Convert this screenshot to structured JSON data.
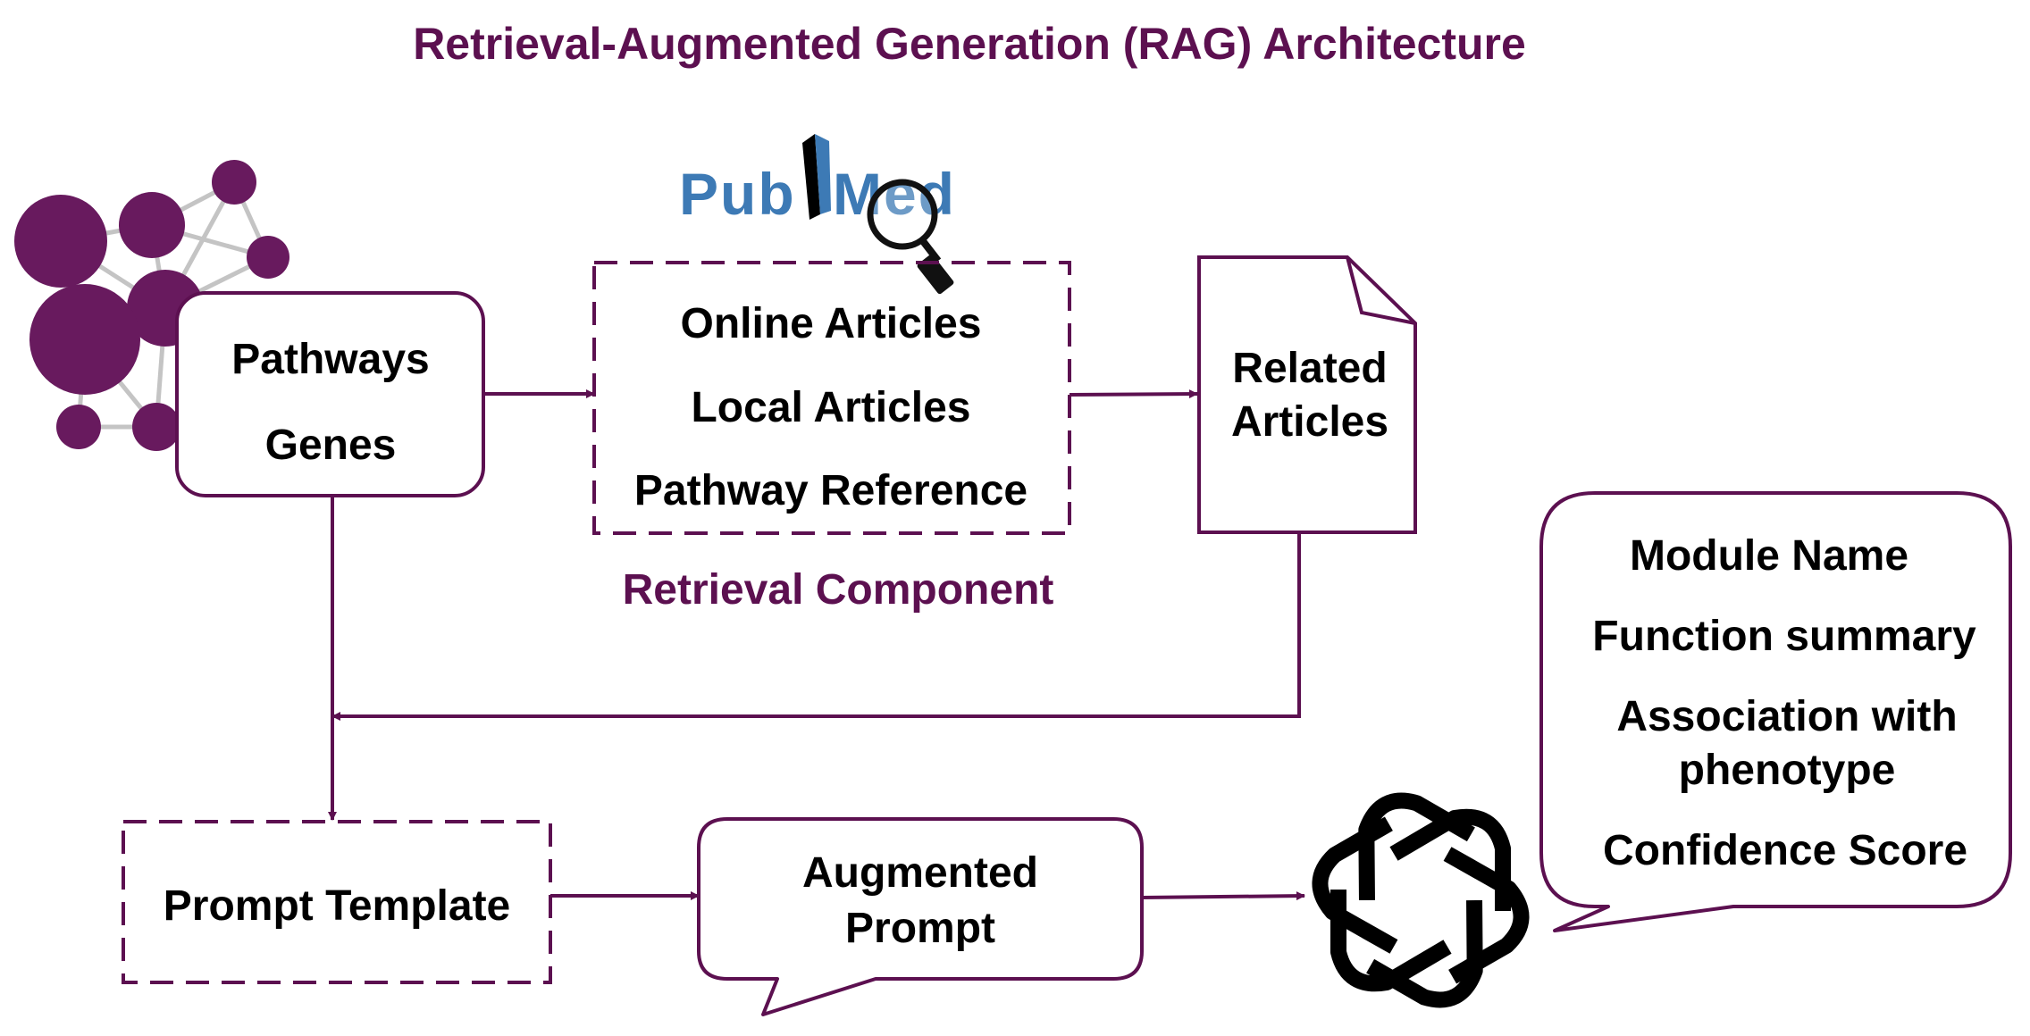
{
  "title": "Retrieval-Augmented Generation (RAG) Architecture",
  "input_box": {
    "line1": "Pathways",
    "line2": "Genes"
  },
  "pubmed_logo": {
    "text_left": "Pub",
    "text_right": "Med"
  },
  "retrieval_box": {
    "items": [
      "Online Articles",
      "Local Articles",
      "Pathway Reference"
    ],
    "caption": "Retrieval Component"
  },
  "related_articles": {
    "line1": "Related",
    "line2": "Articles"
  },
  "prompt_template": {
    "label": "Prompt Template"
  },
  "augmented_prompt": {
    "line1": "Augmented",
    "line2": "Prompt"
  },
  "output_bubble": {
    "items": [
      "Module Name",
      "Function summary",
      "Association with",
      "phenotype",
      "Confidence Score"
    ]
  },
  "icons": {
    "llm": "openai-logo-icon",
    "network": "network-graph-icon",
    "search": "magnifier-icon"
  },
  "colors": {
    "accent": "#5c1050",
    "node": "#681a5e",
    "edge": "#c4c4c4",
    "pubmed_blue": "#3d7ab5",
    "text": "#000000"
  }
}
